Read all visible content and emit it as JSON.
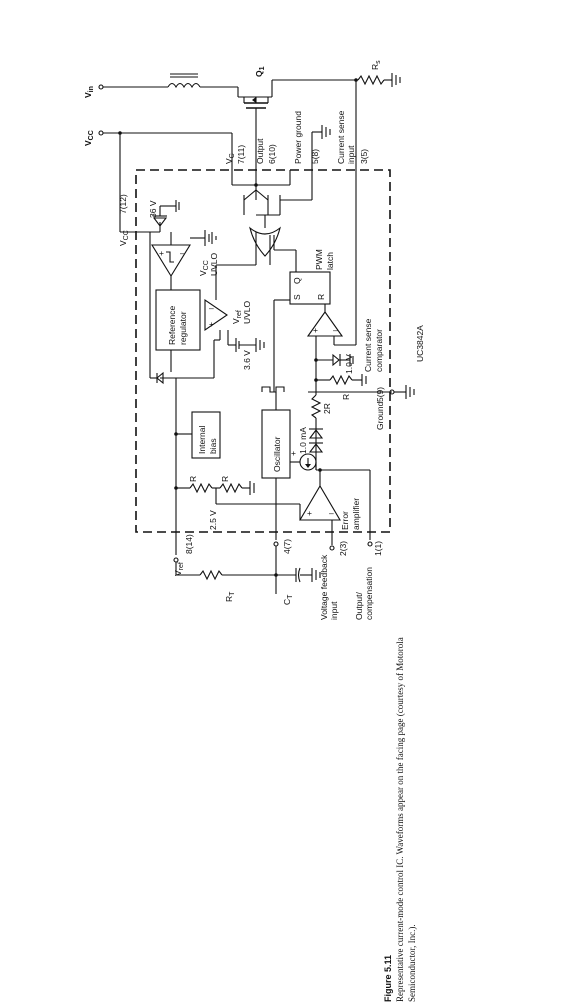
{
  "figure": {
    "label": "Figure 5.11",
    "caption": "Representative current-mode control IC. Waveforms appear on the facing page (courtesy of Motorola Semiconductor, Inc.).",
    "part_number": "UC3842A"
  },
  "external": {
    "vin": "V",
    "vin_sub": "in",
    "vcc": "V",
    "vcc_sub": "CC",
    "q1": "Q",
    "q1_sub": "1",
    "rs": "R",
    "rs_sub": "s",
    "rt": "R",
    "rt_sub": "T",
    "ct": "C",
    "ct_sub": "T",
    "vref": "V",
    "vref_sub": "ref"
  },
  "pins": {
    "vc": "V",
    "vc_sub": "C",
    "vc_pin": "7(11)",
    "output": "Output",
    "output_pin": "6(10)",
    "power_ground": "Power ground",
    "power_ground_pin": "5(8)",
    "current_sense_1": "Current sense",
    "current_sense_2": "input",
    "current_sense_pin": "3(5)",
    "vcc_pin": "7(12)",
    "vcc_in": "V",
    "vcc_in_sub": "CC",
    "vref_pin": "8(14)",
    "rt_ct_pin": "4(7)",
    "vfb_1": "Voltage feedback",
    "vfb_2": "input",
    "vfb_pin": "2(3)",
    "comp_1": "Output/",
    "comp_2": "compensation",
    "comp_pin": "1(1)",
    "ground": "Ground",
    "ground_pin": "5(9)"
  },
  "blocks": {
    "zener": "36 V",
    "vcc_uvlo_1": "V",
    "vcc_uvlo_1_sub": "CC",
    "vcc_uvlo_2": "UVLO",
    "ref_reg_1": "Reference",
    "ref_reg_2": "regulator",
    "vref_uvlo_1": "V",
    "vref_uvlo_1_sub": "ref",
    "vref_uvlo_2": "UVLO",
    "v36": "3.6 V",
    "pwm_1": "PWM",
    "pwm_2": "latch",
    "latch_s": "S",
    "latch_r": "R",
    "latch_q": "Q",
    "csc_1": "Current sense",
    "csc_2": "comparator",
    "v10": "1.0 V",
    "r_label": "R",
    "r2_label": "2R",
    "internal_1": "Internal",
    "internal_2": "bias",
    "oscillator": "Oscillator",
    "ma": "1.0 mA",
    "v25": "2.5 V",
    "ea_1": "Error",
    "ea_2": "amplifier"
  }
}
